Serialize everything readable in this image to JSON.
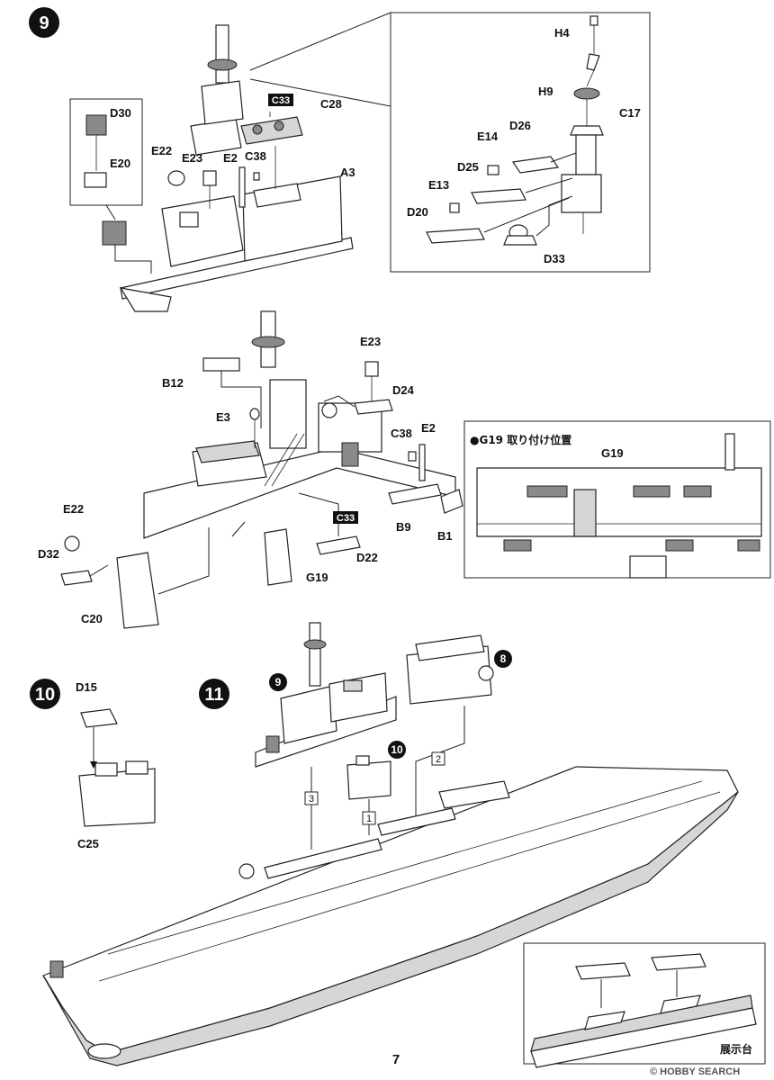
{
  "steps": {
    "s9": "9",
    "s10": "10",
    "s11": "11",
    "s8ref": "8",
    "s9ref": "9",
    "s10ref": "10"
  },
  "labels": {
    "H4": "H4",
    "H9": "H9",
    "C17": "C17",
    "D26": "D26",
    "E14": "E14",
    "D25": "D25",
    "E13": "E13",
    "D20": "D20",
    "D33": "D33",
    "D30": "D30",
    "E20": "E20",
    "E22a": "E22",
    "E23a": "E23",
    "E2a": "E2",
    "C38a": "C38",
    "C33a": "C33",
    "C28": "C28",
    "A3": "A3",
    "E23b": "E23",
    "B12": "B12",
    "D24": "D24",
    "E3": "E3",
    "C38b": "C38",
    "E2b": "E2",
    "C33b": "C33",
    "D22": "D22",
    "B9": "B9",
    "B1": "B1",
    "E22b": "E22",
    "D32": "D32",
    "G19a": "G19",
    "C20": "C20",
    "G19b": "G19",
    "D15": "D15",
    "C25": "C25"
  },
  "inset_note": "●G19 取り付け位置",
  "sequence": [
    "1",
    "2",
    "3"
  ],
  "stand_label": "展示台",
  "page_number": "7",
  "watermark": "© HOBBY SEARCH"
}
